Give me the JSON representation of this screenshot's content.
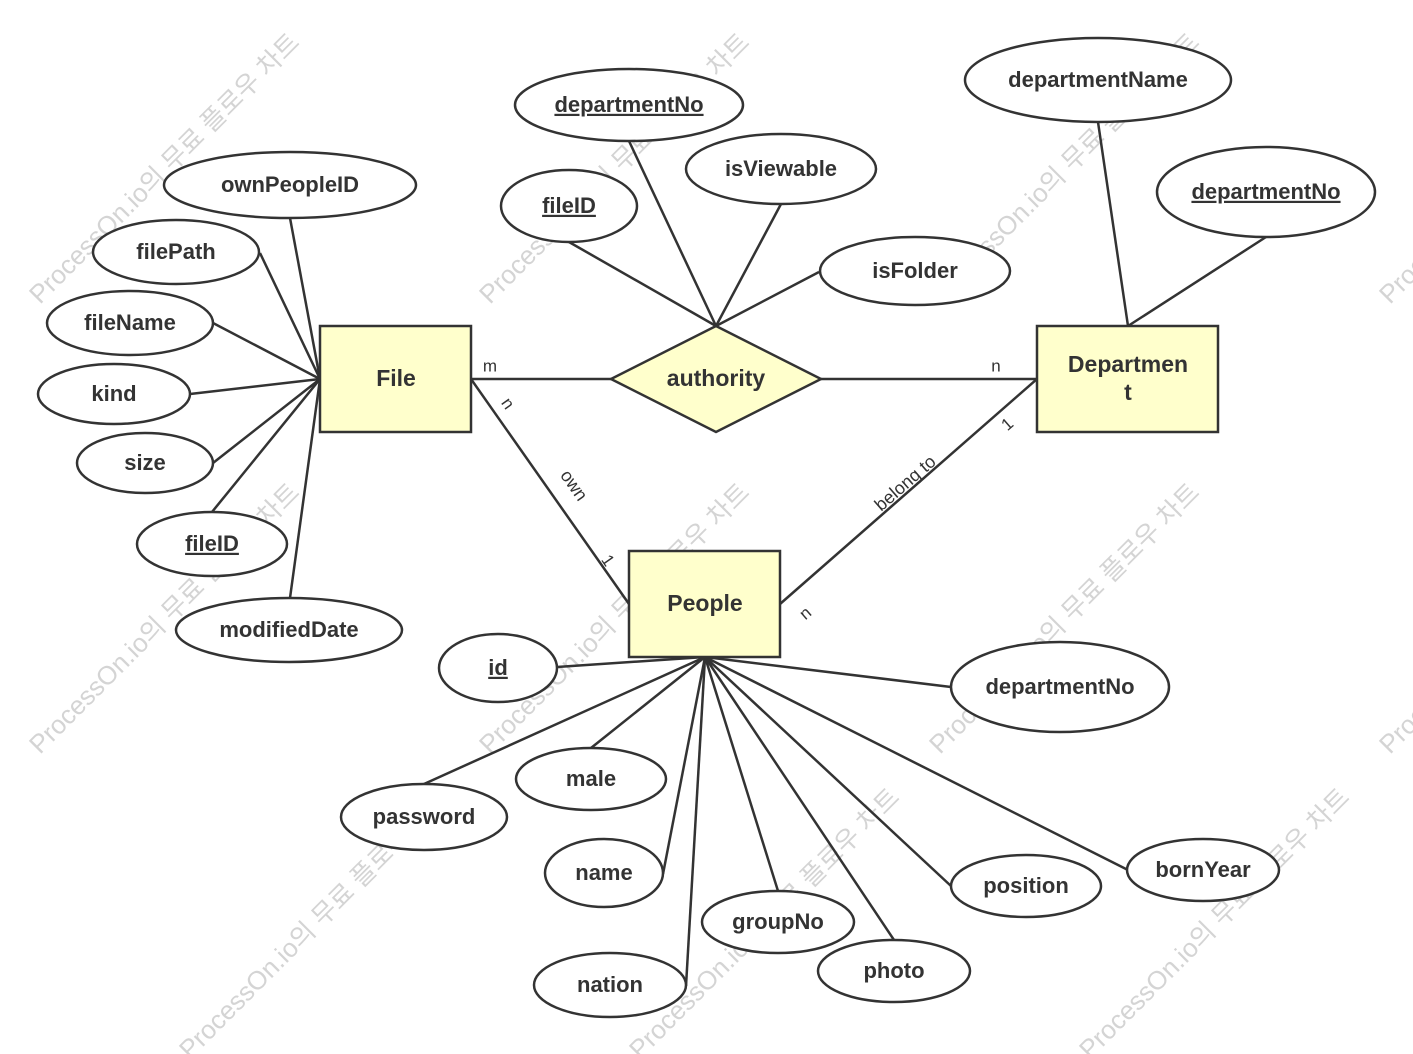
{
  "colors": {
    "entity_fill": "#ffffcc",
    "attribute_fill": "#ffffff",
    "stroke": "#333333",
    "watermark": "#d4d4d4"
  },
  "watermark": "ProcessOn.io의 무료 플로우 차트",
  "entities": {
    "file": "File",
    "department": [
      "Departmen",
      "t"
    ],
    "people": "People"
  },
  "relationship": {
    "authority": "authority"
  },
  "attributes": {
    "file": {
      "ownPeopleID": "ownPeopleID",
      "filePath": "filePath",
      "fileName": "fileName",
      "kind": "kind",
      "size": "size",
      "fileID": "fileID",
      "modifiedDate": "modifiedDate"
    },
    "authority": {
      "departmentNo": "departmentNo",
      "fileID": "fileID",
      "isViewable": "isViewable",
      "isFolder": "isFolder"
    },
    "department": {
      "departmentName": "departmentName",
      "departmentNo": "departmentNo"
    },
    "people": {
      "id": "id",
      "password": "password",
      "male": "male",
      "name": "name",
      "nation": "nation",
      "groupNo": "groupNo",
      "photo": "photo",
      "position": "position",
      "bornYear": "bornYear",
      "departmentNo": "departmentNo"
    }
  },
  "edges": {
    "file_authority": {
      "file_card": "m"
    },
    "authority_department": {
      "department_card": "n"
    },
    "own": {
      "label": "own",
      "file_card": "n",
      "people_card": "1"
    },
    "belong_to": {
      "label": "belong to",
      "people_card": "n",
      "department_card": "1"
    }
  }
}
